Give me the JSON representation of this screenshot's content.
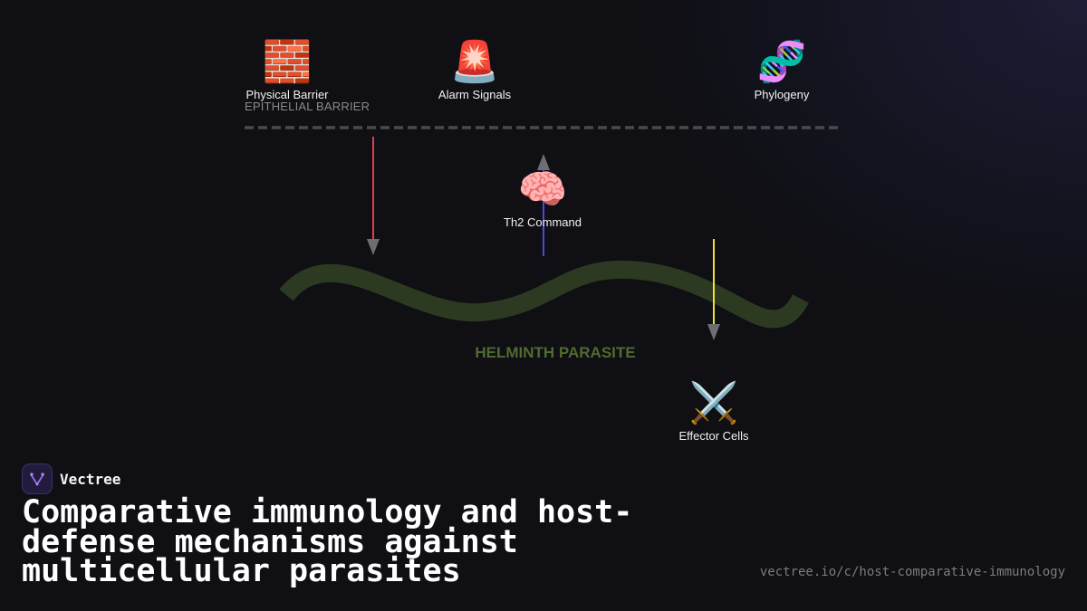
{
  "diagram": {
    "nodes": [
      {
        "id": "physical_barrier",
        "emoji": "🧱",
        "icon": "brick-wall-icon",
        "label": "Physical Barrier"
      },
      {
        "id": "alarm_signals",
        "emoji": "🚨",
        "icon": "siren-icon",
        "label": "Alarm Signals"
      },
      {
        "id": "phylogeny",
        "emoji": "🧬",
        "icon": "dna-icon",
        "label": "Phylogeny"
      },
      {
        "id": "th2_command",
        "emoji": "🧠",
        "icon": "brain-icon",
        "label": "Th2 Command"
      },
      {
        "id": "effector_cells",
        "emoji": "⚔️",
        "icon": "crossed-swords-icon",
        "label": "Effector Cells"
      }
    ],
    "barrier_label": "EPITHELIAL BARRIER",
    "parasite_label": "HELMINTH PARASITE",
    "colors": {
      "barrier_line": "#4a4a4a",
      "arrow_red": "#e0404a",
      "arrow_blue": "#4a4ae0",
      "arrow_yellow": "#f0e030",
      "arrowhead": "#6e6e72",
      "parasite_body": "#2c3a22",
      "parasite_label": "#4f6b30"
    }
  },
  "brand": {
    "name": "Vectree",
    "logo_icon": "vectree-logo-icon"
  },
  "footer": {
    "title": "Comparative immunology and host-defense mechanisms against multicellular parasites",
    "url": "vectree.io/c/host-comparative-immunology"
  }
}
